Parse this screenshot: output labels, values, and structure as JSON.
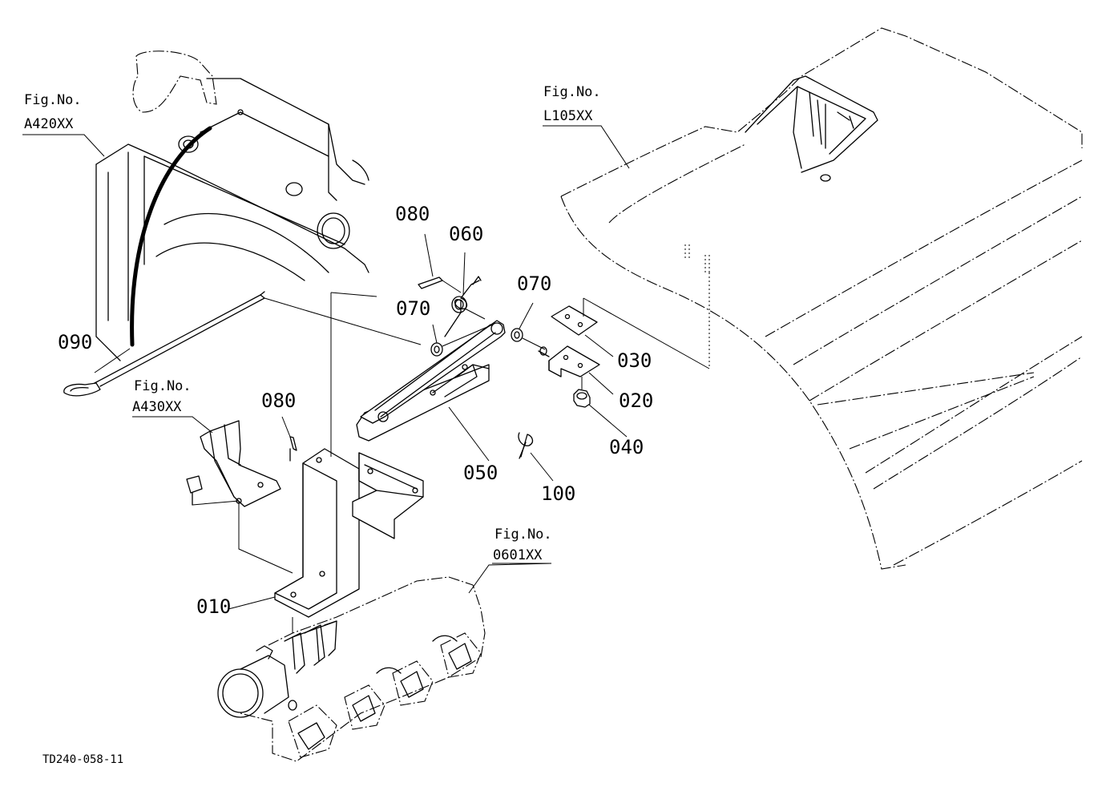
{
  "drawing_code": "TD240-058-11",
  "figure_refs": {
    "a420": {
      "line1": "Fig.No.",
      "line2": "A420XX"
    },
    "l105": {
      "line1": "Fig.No.",
      "line2": "L105XX"
    },
    "a430": {
      "line1": "Fig.No.",
      "line2": "A430XX"
    },
    "f0601": {
      "line1": "Fig.No.",
      "line2": "0601XX"
    }
  },
  "parts": {
    "p010": "010",
    "p020": "020",
    "p030": "030",
    "p040": "040",
    "p050": "050",
    "p060": "060",
    "p070a": "070",
    "p070b": "070",
    "p080a": "080",
    "p080b": "080",
    "p090": "090",
    "p100": "100"
  }
}
